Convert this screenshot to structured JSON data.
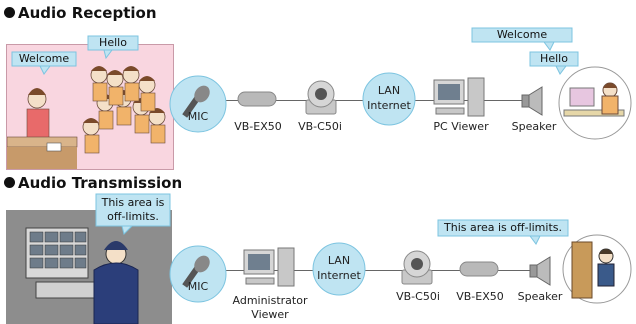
{
  "reception": {
    "heading": "Audio Reception",
    "scene_bubbles": {
      "welcome": "Welcome",
      "hello": "Hello"
    },
    "mic_label": "MIC",
    "encoder_label": "VB-EX50",
    "camera_label": "VB-C50i",
    "network_label_1": "LAN",
    "network_label_2": "Internet",
    "viewer_label": "PC Viewer",
    "speaker_label": "Speaker",
    "viewer_bubbles": {
      "welcome": "Welcome",
      "hello": "Hello"
    }
  },
  "transmission": {
    "heading": "Audio Transmission",
    "guard_bubble_line1": "This area is",
    "guard_bubble_line2": "off-limits.",
    "mic_label": "MIC",
    "admin_label_1": "Administrator",
    "admin_label_2": "Viewer",
    "network_label_1": "LAN",
    "network_label_2": "Internet",
    "camera_label": "VB-C50i",
    "encoder_label": "VB-EX50",
    "speaker_label": "Speaker",
    "speaker_bubble": "This area is off-limits."
  },
  "colors": {
    "bubble_fill": "#bfe4f2",
    "bubble_stroke": "#7cc4e0",
    "scene_pink": "#f6c9d6",
    "scene_gray": "#8a8a8a"
  }
}
